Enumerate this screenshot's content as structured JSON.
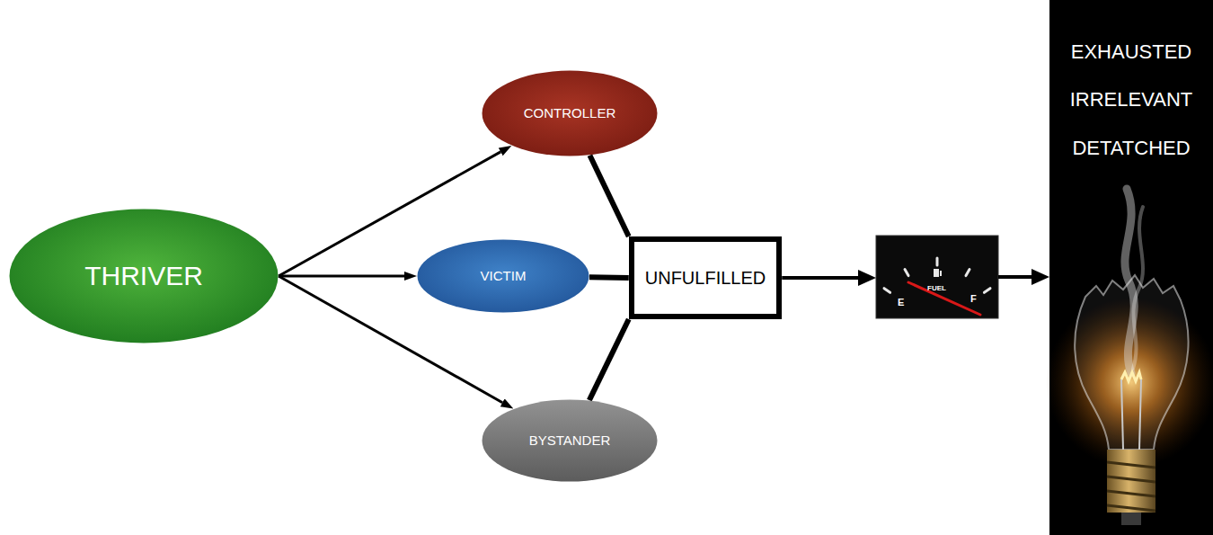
{
  "diagram": {
    "nodes": [
      {
        "text": [
          "THRIVER"
        ]
      },
      {
        "text": [
          "CONTROLLER"
        ]
      },
      {
        "text": [
          "VICTIM"
        ]
      },
      {
        "text": [
          "BYSTANDER"
        ]
      },
      {
        "text": [
          "UNFULFILLED"
        ]
      },
      {
        "text": [
          "E",
          "FUEL",
          "F"
        ]
      },
      {
        "text": [
          "EXHAUSTED",
          "IRRELEVANT",
          "DETATCHED"
        ]
      }
    ],
    "edges": [
      {
        "from": 0,
        "to": 1,
        "arrow": "to"
      },
      {
        "from": 0,
        "to": 2,
        "arrow": "to"
      },
      {
        "from": 0,
        "to": 3,
        "arrow": "to"
      },
      {
        "from": 1,
        "to": 4,
        "arrow": "none"
      },
      {
        "from": 2,
        "to": 4,
        "arrow": "none"
      },
      {
        "from": 3,
        "to": 4,
        "arrow": "none"
      },
      {
        "from": 4,
        "to": 5,
        "arrow": "to"
      },
      {
        "from": 5,
        "to": 6,
        "arrow": "to"
      }
    ]
  }
}
